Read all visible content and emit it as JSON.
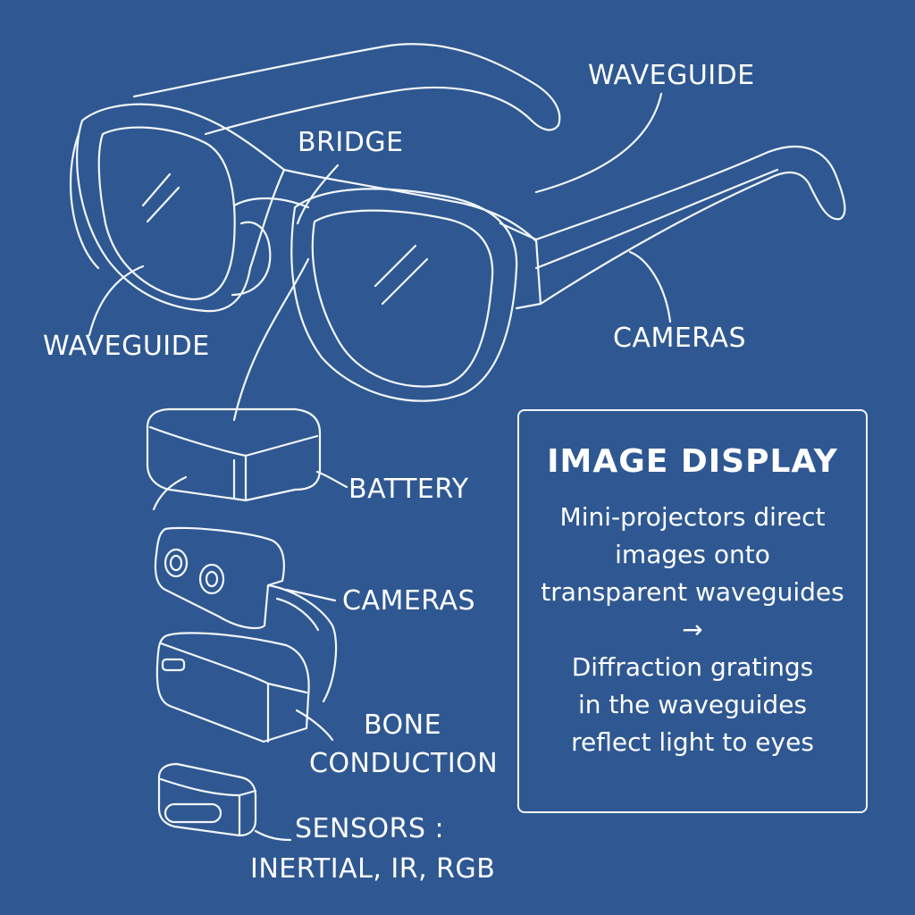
{
  "labels": {
    "waveguide_top": "WAVEGUIDE",
    "bridge": "BRIDGE",
    "waveguide_left": "WAVEGUIDE",
    "cameras_glasses": "CAMERAS",
    "battery": "BATTERY",
    "cameras_module": "CAMERAS",
    "bone_conduction": [
      "BONE",
      "CONDUCTION"
    ],
    "sensors": [
      "SENSORS :",
      "INERTIAL, IR, RGB"
    ]
  },
  "info_box": {
    "title": "IMAGE DISPLAY",
    "lines": [
      "Mini-projectors direct",
      "images onto",
      "transparent waveguides",
      "→",
      "Diffraction gratings",
      "in the waveguides",
      "reflect light to eyes"
    ]
  },
  "colors": {
    "background": "#2f5892",
    "line": "#f2f6fb"
  }
}
